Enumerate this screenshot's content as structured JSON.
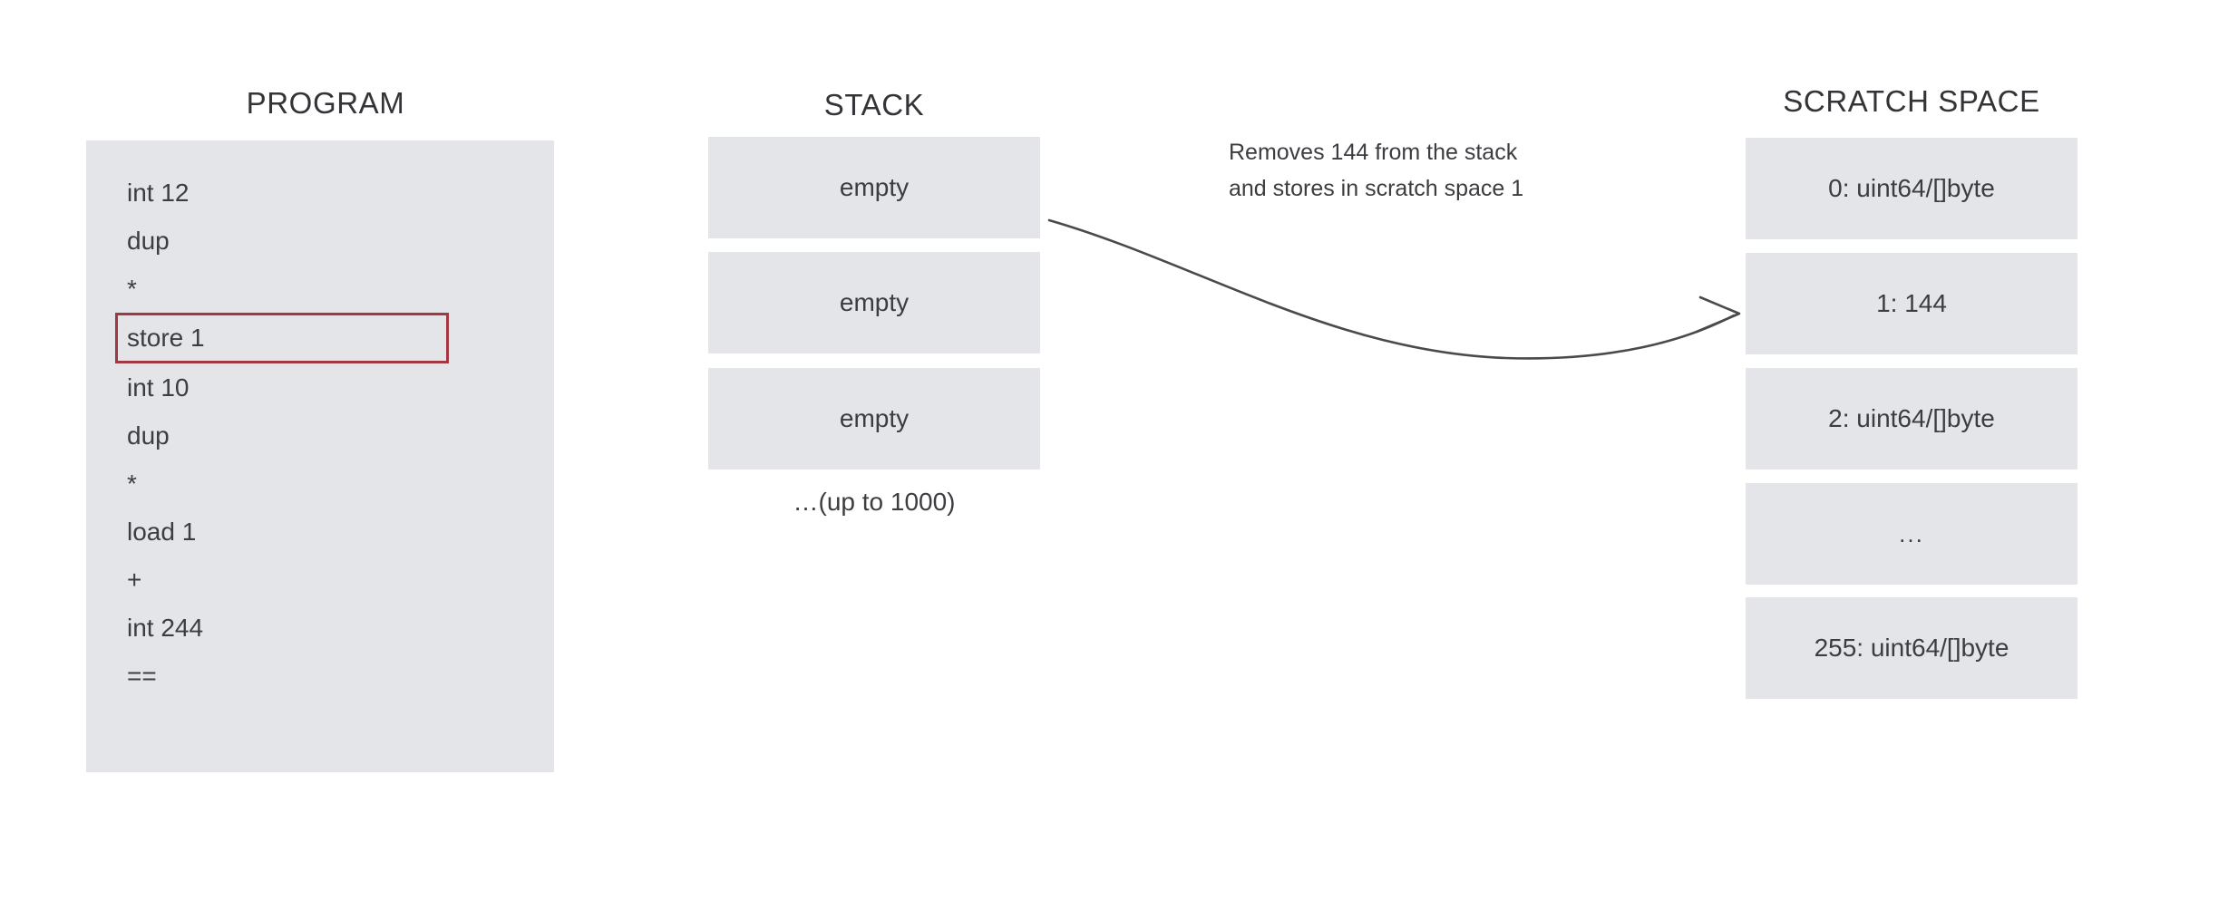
{
  "diagram": {
    "title_program": "PROGRAM",
    "title_stack": "STACK",
    "title_scratch": "SCRATCH SPACE",
    "accent_highlight_color": "#a03943",
    "box_fill_color": "#e4e5e8",
    "text_color": "#3c3d40",
    "background_color": "#ffffff"
  },
  "program": {
    "heading": "PROGRAM",
    "lines": [
      {
        "text": "int 12",
        "highlighted": false
      },
      {
        "text": "dup",
        "highlighted": false
      },
      {
        "text": "*",
        "highlighted": false
      },
      {
        "text": "store 1",
        "highlighted": true
      },
      {
        "text": "int 10",
        "highlighted": false
      },
      {
        "text": "dup",
        "highlighted": false
      },
      {
        "text": "*",
        "highlighted": false
      },
      {
        "text": "load 1",
        "highlighted": false
      },
      {
        "text": "+",
        "highlighted": false
      },
      {
        "text": "int 244",
        "highlighted": false
      },
      {
        "text": "==",
        "highlighted": false
      }
    ]
  },
  "stack": {
    "heading": "STACK",
    "slots": [
      {
        "label": "empty"
      },
      {
        "label": "empty"
      },
      {
        "label": "empty"
      }
    ],
    "footnote": "…(up to 1000)"
  },
  "scratch_space": {
    "heading": "SCRATCH SPACE",
    "slots": [
      {
        "label": "0: uint64/[]byte"
      },
      {
        "label": "1: 144"
      },
      {
        "label": "2: uint64/[]byte"
      },
      {
        "label": "..."
      },
      {
        "label": "255: uint64/[]byte"
      }
    ]
  },
  "annotation": {
    "line1": "Removes 144 from the stack",
    "line2": "and stores in scratch space 1"
  }
}
